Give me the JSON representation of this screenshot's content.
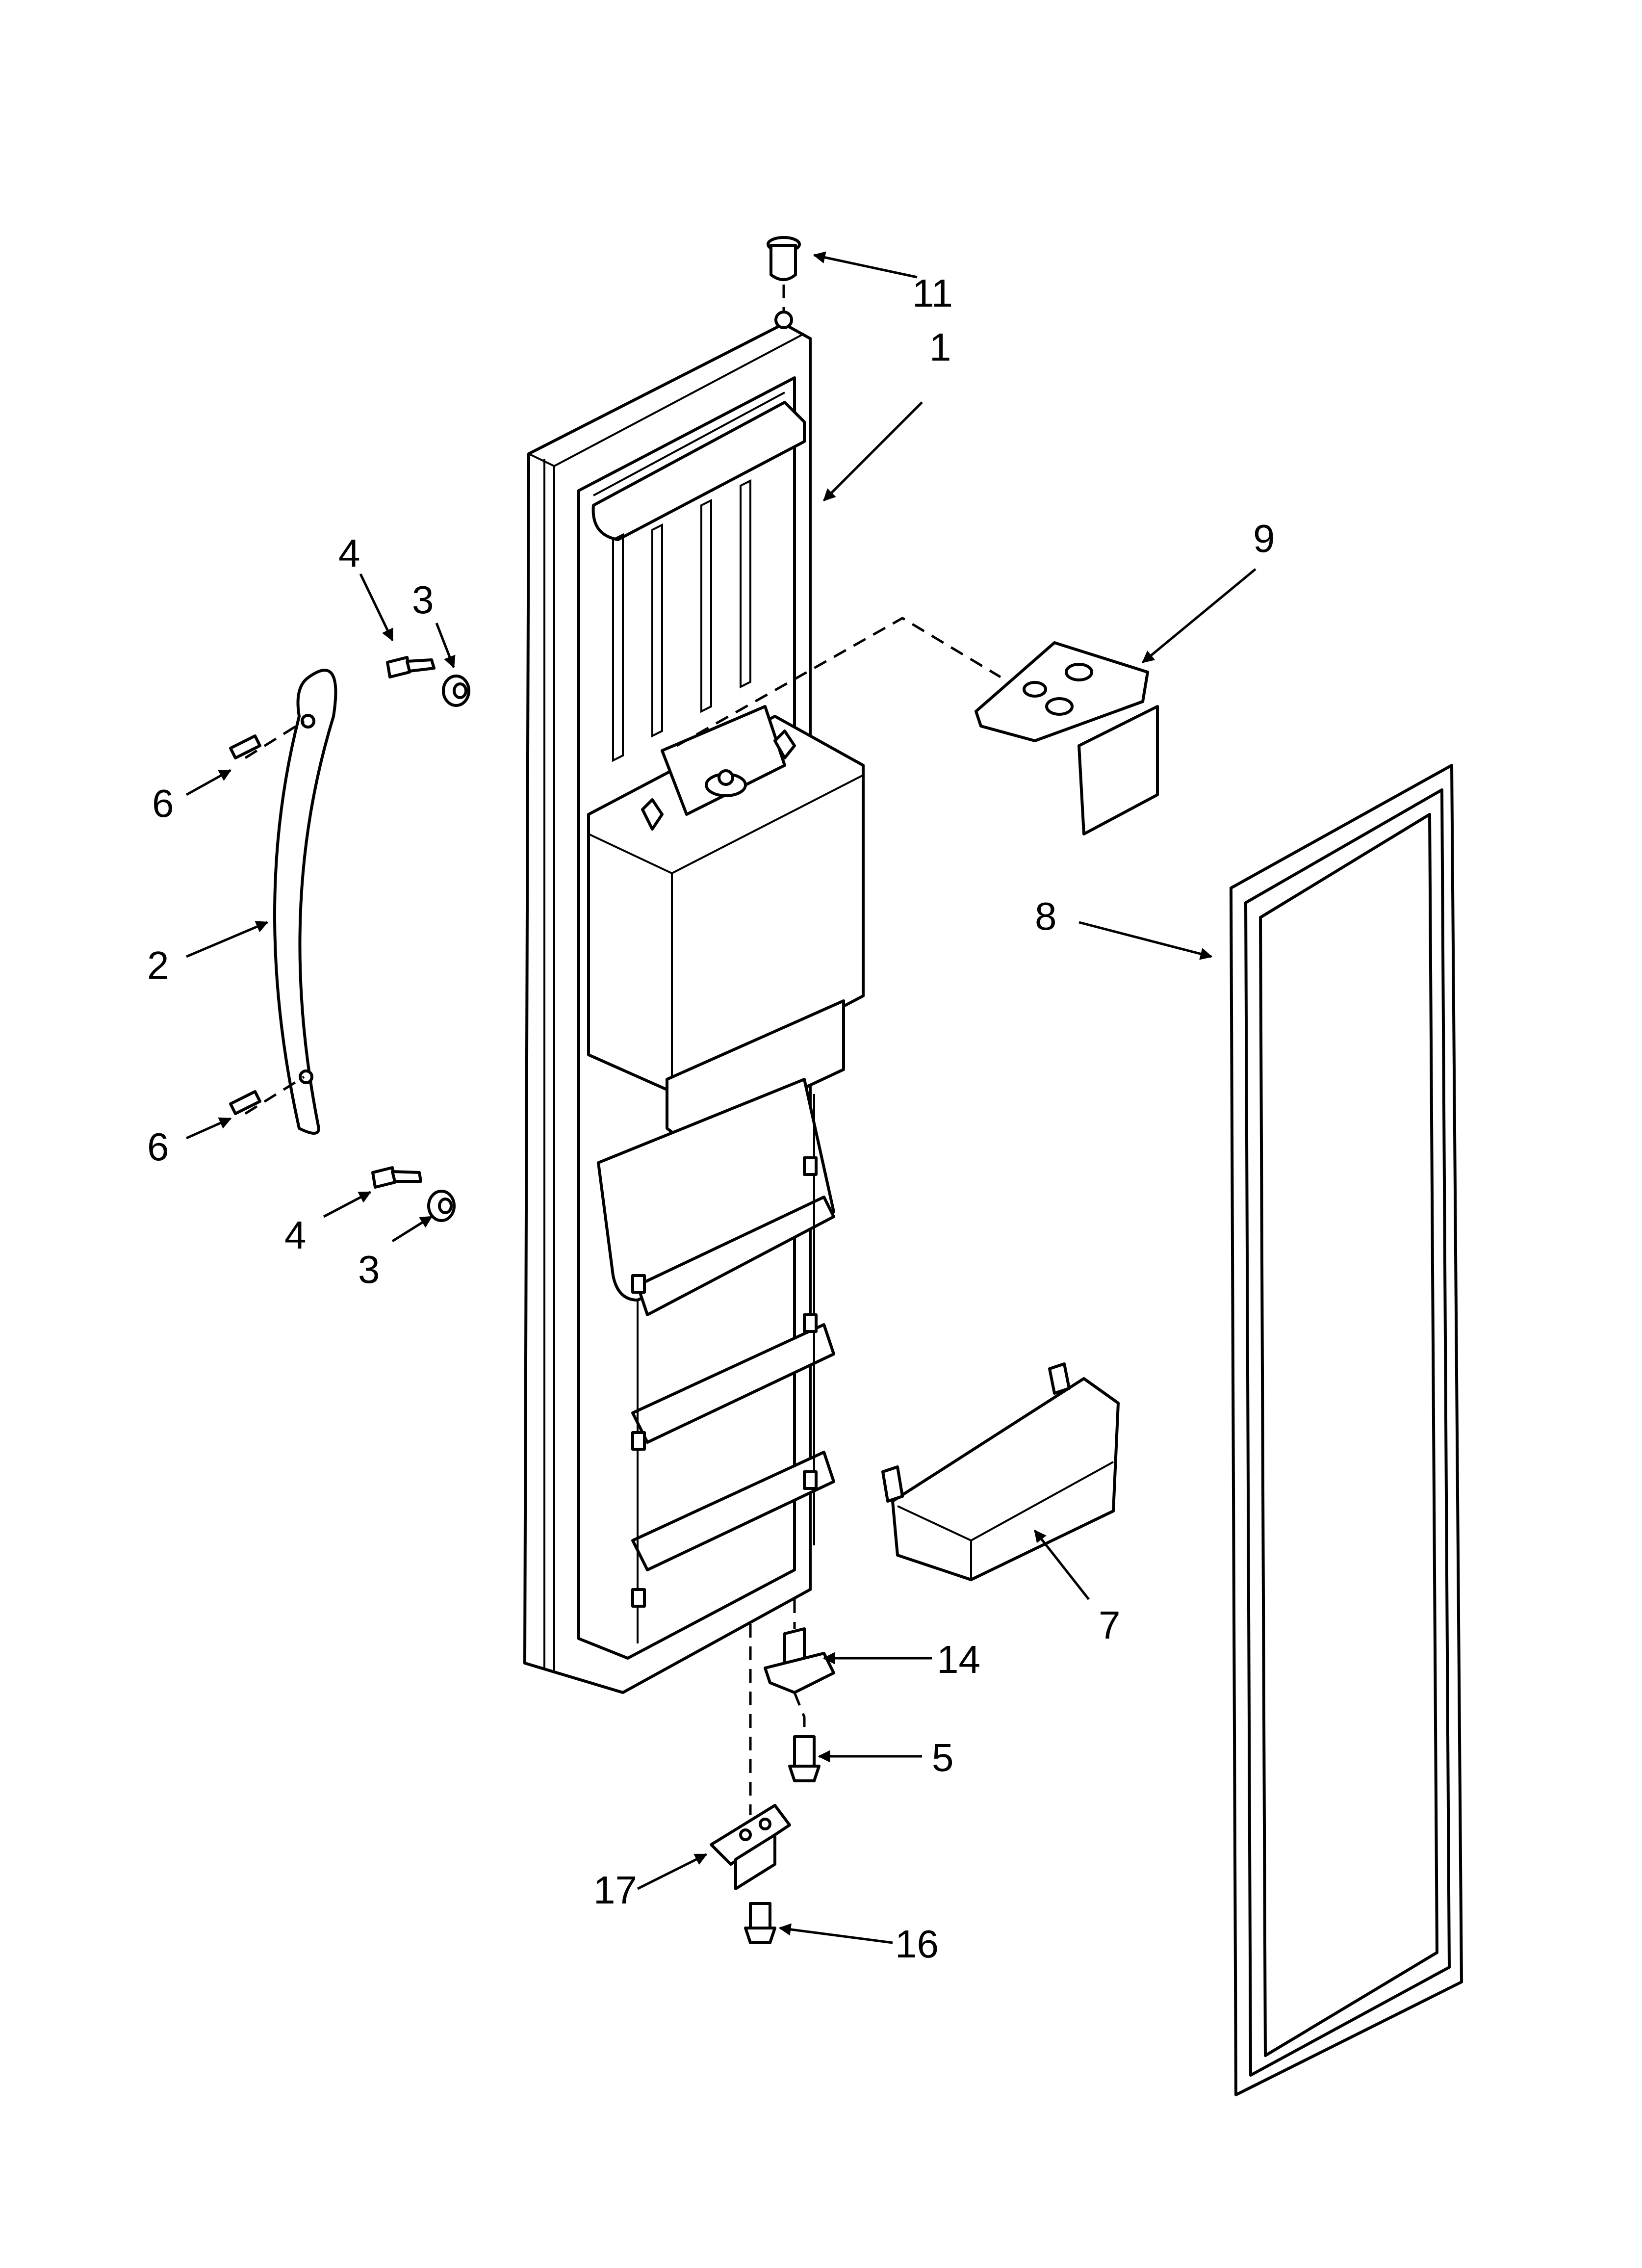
{
  "callouts": [
    {
      "id": "c11",
      "label": "11"
    },
    {
      "id": "c1",
      "label": "1"
    },
    {
      "id": "c9",
      "label": "9"
    },
    {
      "id": "c4a",
      "label": "4"
    },
    {
      "id": "c3a",
      "label": "3"
    },
    {
      "id": "c6a",
      "label": "6"
    },
    {
      "id": "c2",
      "label": "2"
    },
    {
      "id": "c8",
      "label": "8"
    },
    {
      "id": "c6b",
      "label": "6"
    },
    {
      "id": "c4b",
      "label": "4"
    },
    {
      "id": "c3b",
      "label": "3"
    },
    {
      "id": "c7",
      "label": "7"
    },
    {
      "id": "c14",
      "label": "14"
    },
    {
      "id": "c5",
      "label": "5"
    },
    {
      "id": "c17",
      "label": "17"
    },
    {
      "id": "c16",
      "label": "16"
    }
  ]
}
